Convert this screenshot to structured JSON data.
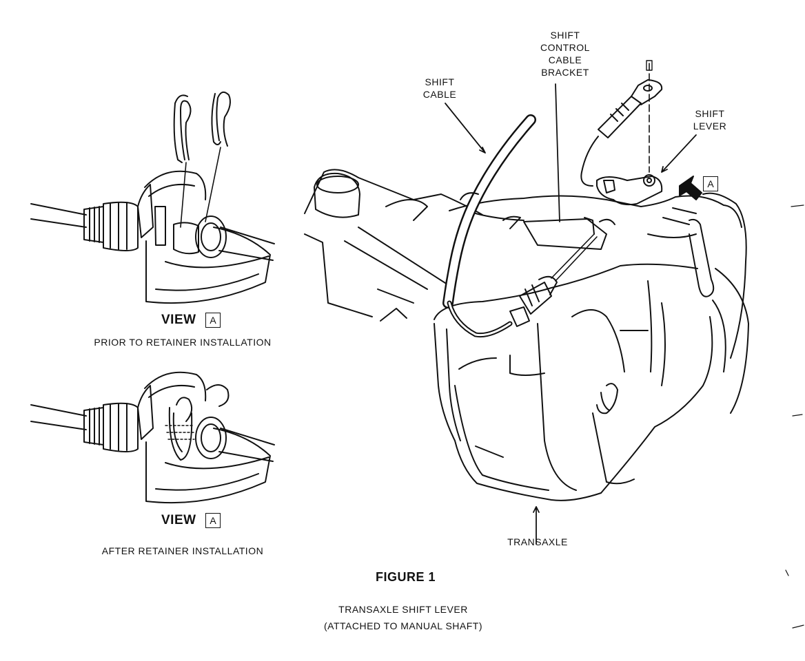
{
  "figure": {
    "title": "FIGURE 1",
    "caption_line1": "TRANSAXLE SHIFT LEVER",
    "caption_line2": "(ATTACHED TO MANUAL SHAFT)"
  },
  "views": [
    {
      "title": "VIEW",
      "marker": "A",
      "caption": "PRIOR TO RETAINER INSTALLATION"
    },
    {
      "title": "VIEW",
      "marker": "A",
      "caption": "AFTER RETAINER INSTALLATION"
    }
  ],
  "callouts": {
    "shift_cable": [
      "SHIFT",
      "CABLE"
    ],
    "shift_control_cable_bracket": [
      "SHIFT",
      "CONTROL",
      "CABLE",
      "BRACKET"
    ],
    "shift_lever": [
      "SHIFT",
      "LEVER"
    ],
    "transaxle": "TRANSAXLE",
    "view_marker": "A"
  }
}
